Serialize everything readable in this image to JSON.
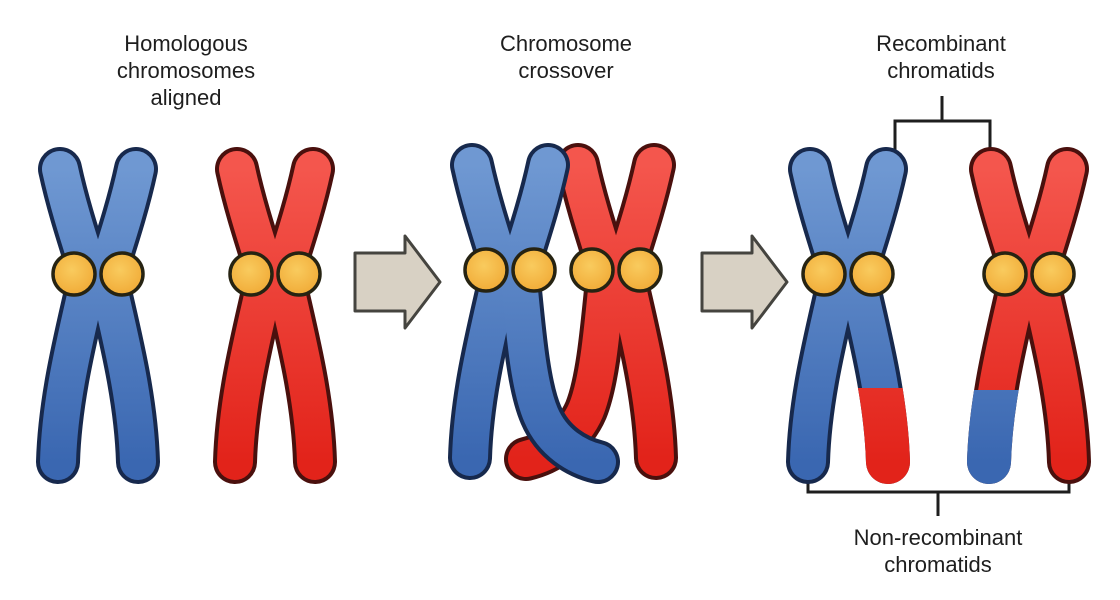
{
  "labels": {
    "panel1": [
      "Homologous",
      "chromosomes",
      "aligned"
    ],
    "panel2": [
      "Chromosome",
      "crossover"
    ],
    "recombinant": [
      "Recombinant",
      "chromatids"
    ],
    "non_recombinant": [
      "Non-recombinant",
      "chromatids"
    ]
  },
  "colors": {
    "blue_light": "#6f98d2",
    "blue_dark": "#3a67b1",
    "blue_outline": "#17294d",
    "red_light": "#f4564d",
    "red_dark": "#e2231a",
    "red_outline": "#4a100d",
    "centromere_light": "#f9cb5e",
    "centromere_dark": "#efa42f",
    "centromere_outline": "#262312",
    "arrow_fill": "#d8d1c4",
    "arrow_outline": "#45443f",
    "bracket": "#1e1e1e",
    "text": "#1e1e1e",
    "background": "#ffffff"
  }
}
